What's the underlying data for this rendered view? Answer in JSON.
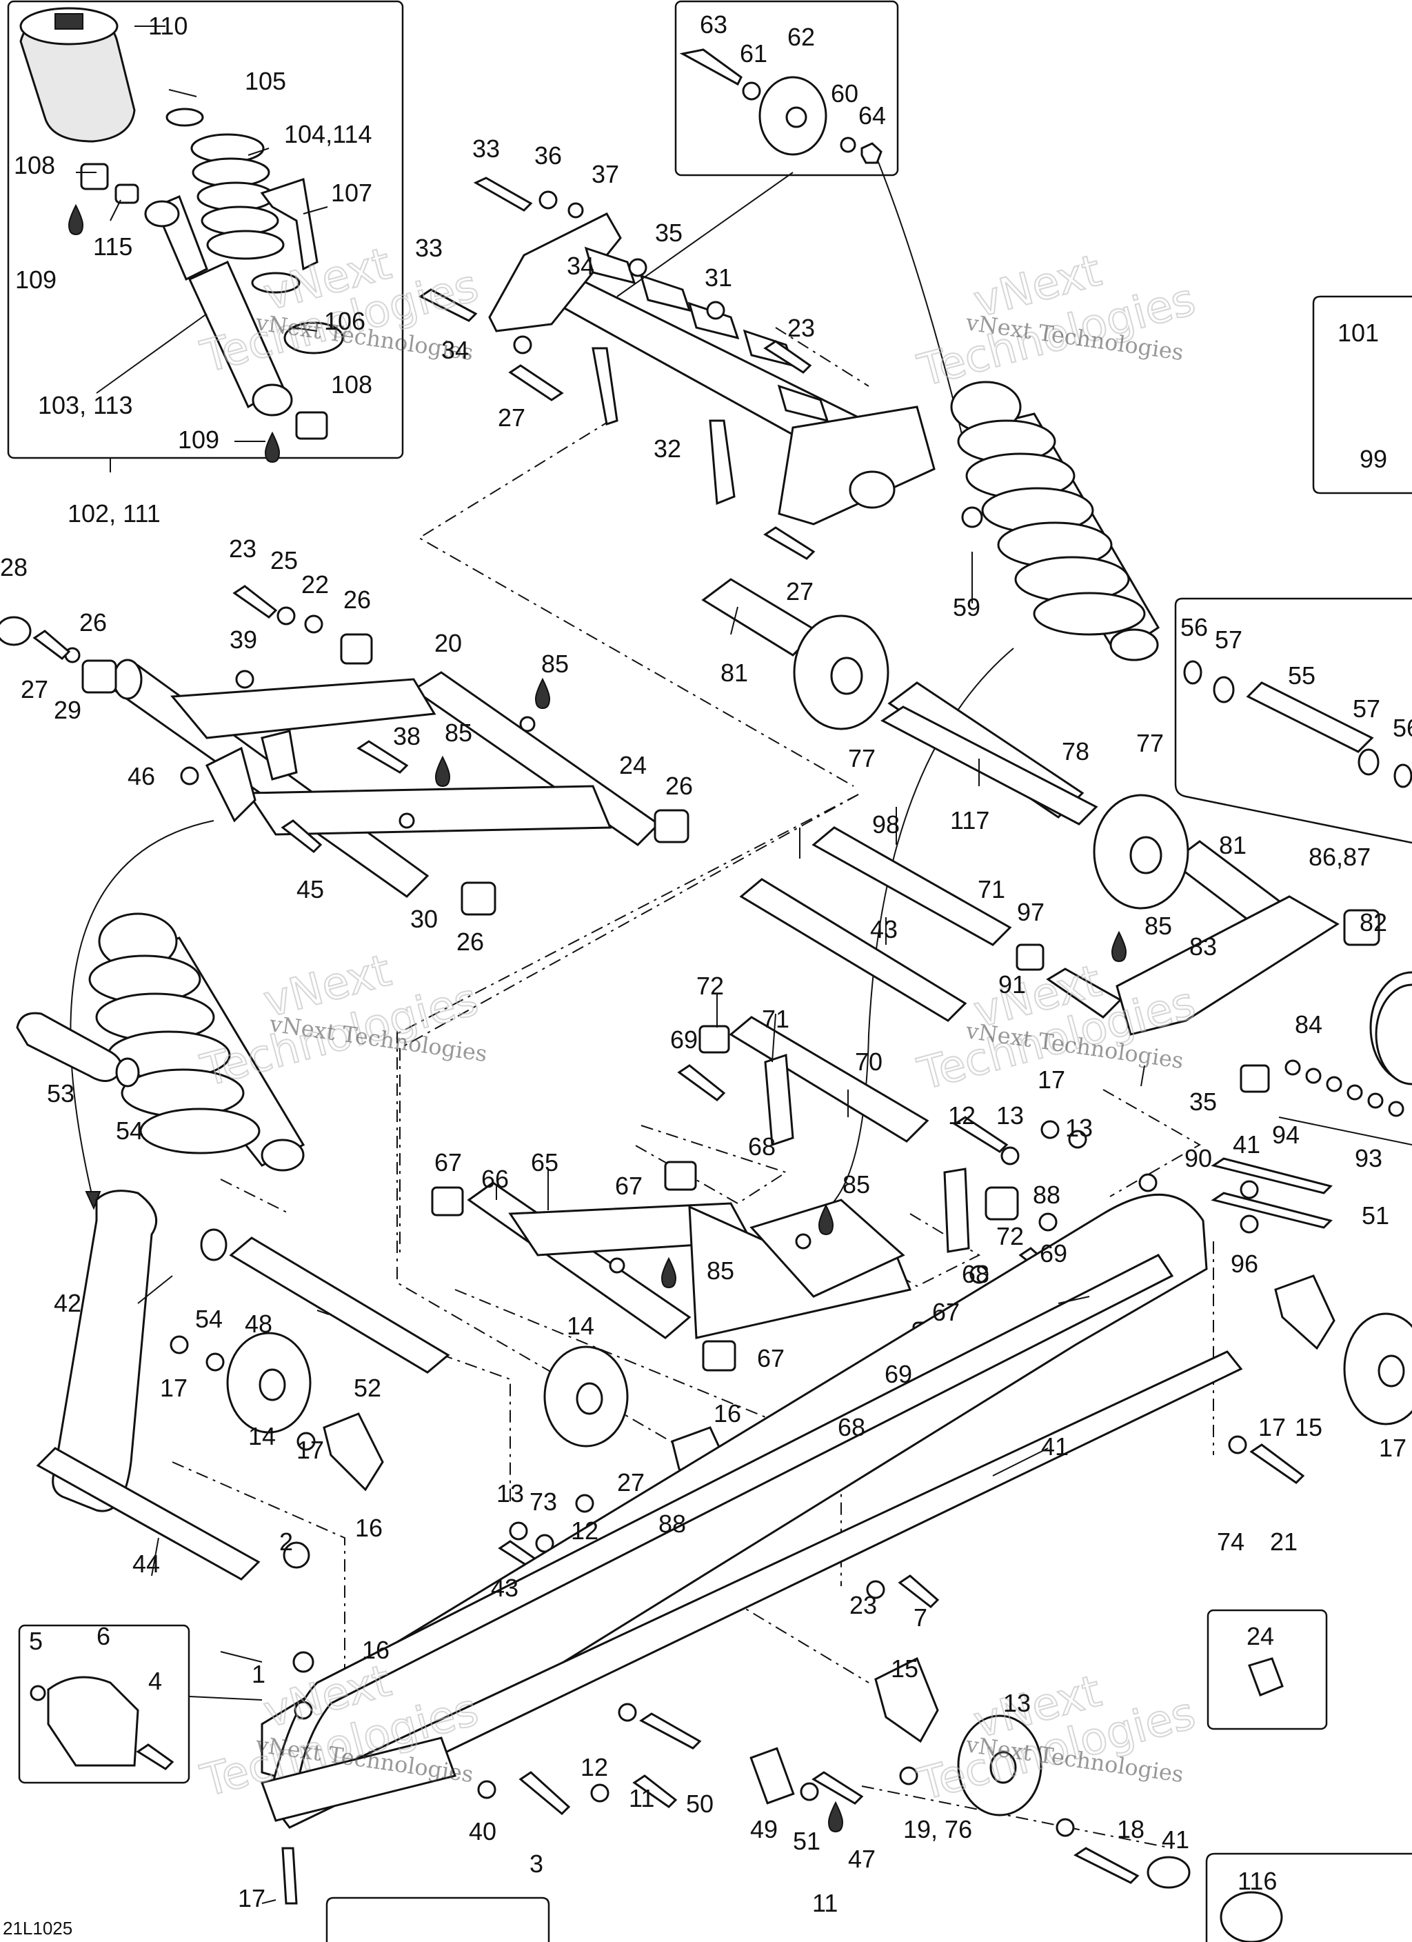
{
  "diagram": {
    "code": "21L1025",
    "watermark_line1": "vNext",
    "watermark_line2": "Technologies",
    "watermark_text": "vNext Technologies",
    "callouts": [
      "110",
      "105",
      "104,114",
      "107",
      "108",
      "115",
      "109",
      "106",
      "103, 113",
      "108",
      "109",
      "102, 111",
      "63",
      "62",
      "61",
      "60",
      "64",
      "33",
      "36",
      "37",
      "35",
      "33",
      "34",
      "31",
      "23",
      "34",
      "27",
      "32",
      "27",
      "59",
      "101",
      "99",
      "28",
      "23",
      "25",
      "22",
      "26",
      "26",
      "27",
      "29",
      "39",
      "20",
      "85",
      "85",
      "38",
      "46",
      "24",
      "26",
      "45",
      "30",
      "26",
      "81",
      "77",
      "78",
      "117",
      "77",
      "81",
      "86,87",
      "82",
      "56",
      "57",
      "55",
      "57",
      "56",
      "98",
      "71",
      "97",
      "85",
      "43",
      "83",
      "91",
      "84",
      "72",
      "71",
      "70",
      "69",
      "53",
      "54",
      "17",
      "13",
      "35",
      "94",
      "93",
      "12",
      "13",
      "68",
      "90",
      "41",
      "51",
      "96",
      "67",
      "66",
      "65",
      "67",
      "85",
      "85",
      "88",
      "72",
      "69",
      "68",
      "67",
      "67",
      "42",
      "54",
      "48",
      "17",
      "52",
      "14",
      "14",
      "17",
      "16",
      "69",
      "68",
      "16",
      "17",
      "15",
      "17",
      "13",
      "73",
      "27",
      "88",
      "12",
      "43",
      "44",
      "2",
      "41",
      "74",
      "21",
      "24",
      "23",
      "7",
      "5",
      "6",
      "4",
      "1",
      "16",
      "15",
      "13",
      "12",
      "11",
      "50",
      "49",
      "51",
      "47",
      "11",
      "18",
      "41",
      "40",
      "3",
      "17",
      "19, 76",
      "116"
    ]
  }
}
